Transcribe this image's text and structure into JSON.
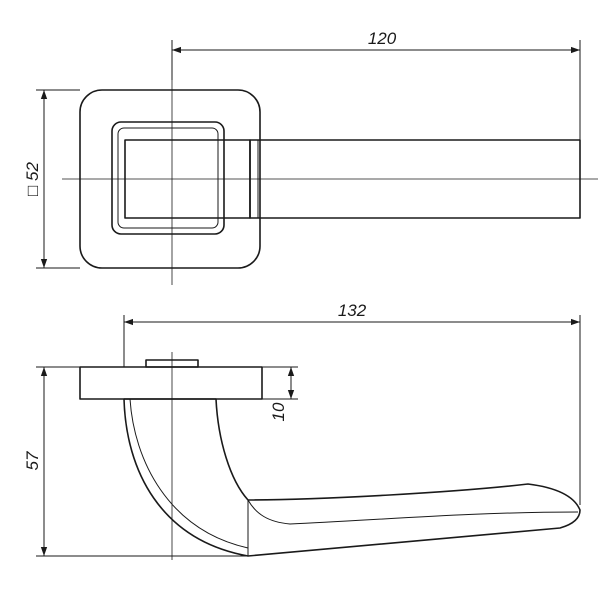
{
  "dimensions": {
    "top_length": "120",
    "rose_square": "□ 52",
    "side_length": "132",
    "rose_thickness": "10",
    "height": "57"
  }
}
